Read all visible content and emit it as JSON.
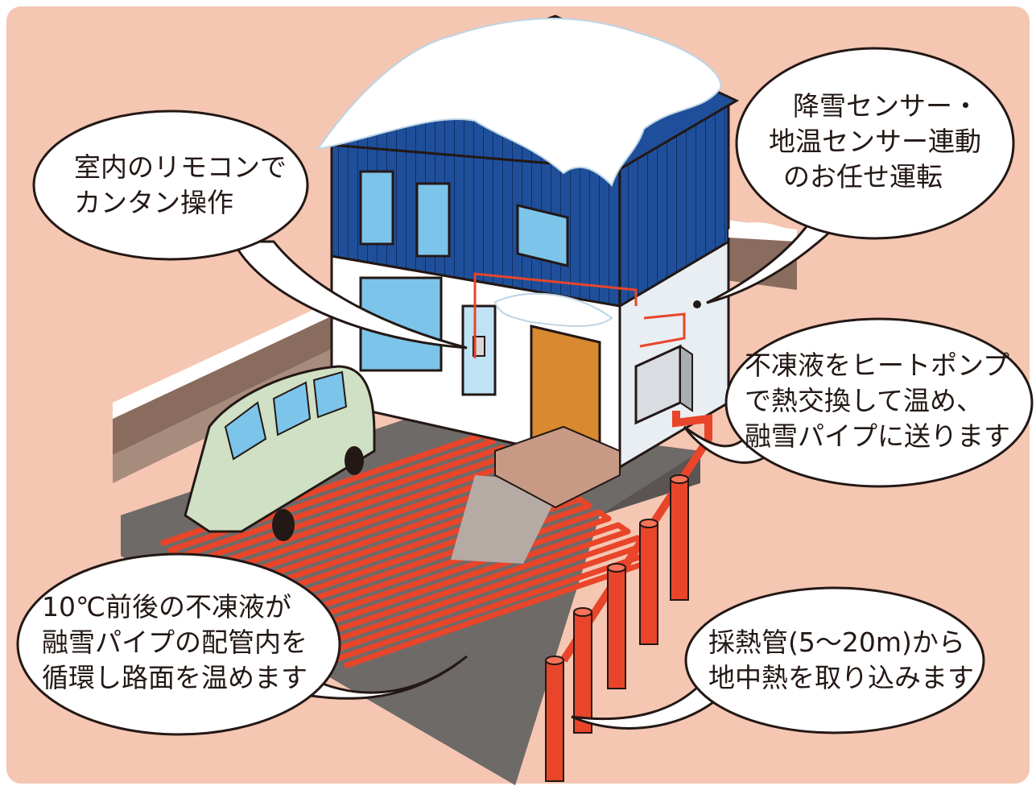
{
  "callouts": {
    "remote": {
      "lines": [
        "室内のリモコンで",
        "カンタン操作"
      ]
    },
    "sensor": {
      "lines": [
        "降雪センサー・",
        "地温センサー連動",
        "のお任せ運転"
      ]
    },
    "heat_pump": {
      "lines": [
        "不凍液をヒートポンプ",
        "で熱交換して温め、",
        "融雪パイプに送ります"
      ]
    },
    "circulation": {
      "lines": [
        "10℃前後の不凍液が",
        "融雪パイプの配管内を",
        "循環し路面を温めます"
      ]
    },
    "collector": {
      "lines": [
        "採熱管(5～20m)から",
        "地中熱を取り込みます"
      ]
    }
  },
  "colors": {
    "background": "#f5c6b2",
    "roof_wall": "#1f4f9a",
    "pipe": "#e8452a",
    "snow": "#ffffff",
    "car": "#cfe0c4",
    "door": "#d9892f"
  }
}
